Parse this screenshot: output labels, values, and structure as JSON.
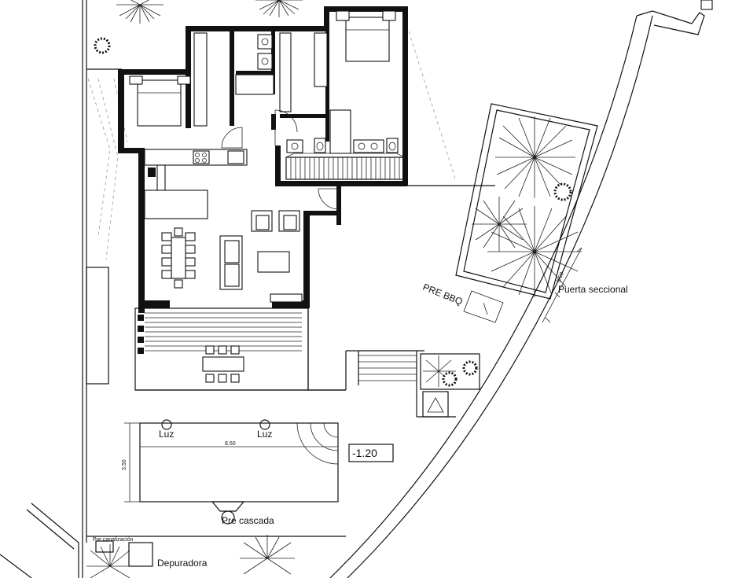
{
  "labels": {
    "luz_1": "Luz",
    "luz_2": "Luz",
    "pool_length": "8.50",
    "pool_width": "3.50",
    "pool_level": "-1.20",
    "pre_cascada": "Pre cascada",
    "pre_bbq": "PRE BBQ",
    "puerta_seccional": "Puerta seccional",
    "gate_width": "3.50",
    "pre_canalizacion": "Pre canalización",
    "depuradora": "Depuradora"
  }
}
